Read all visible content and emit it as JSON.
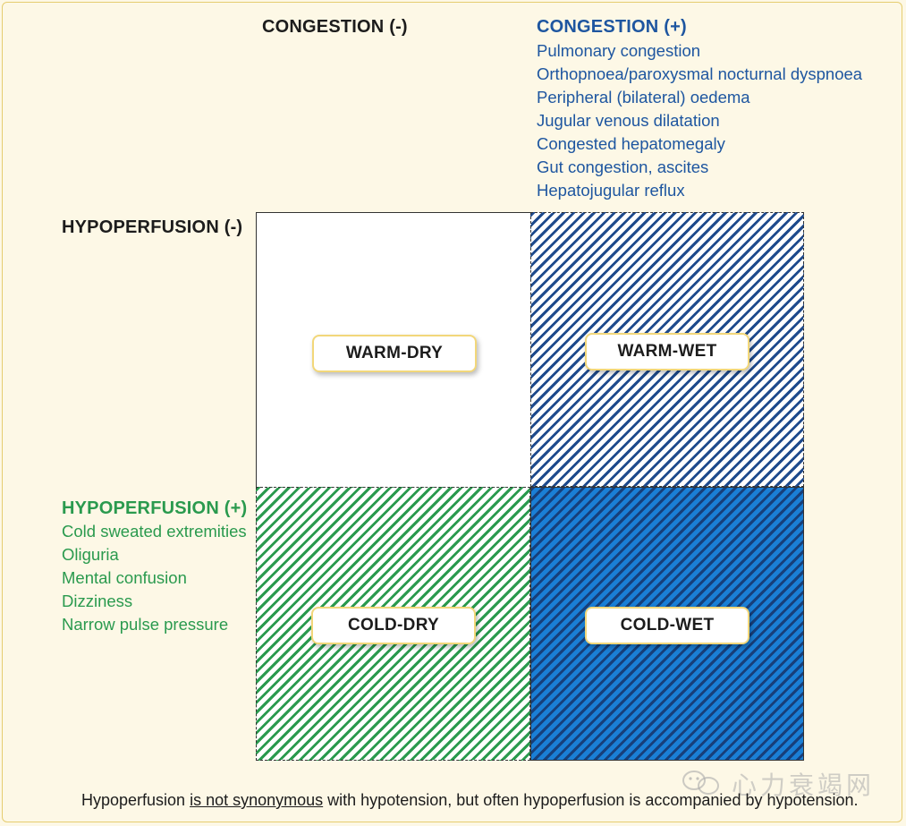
{
  "congestion_negative": "CONGESTION (-)",
  "congestion_positive": {
    "heading": "CONGESTION (+)",
    "signs": [
      "Pulmonary congestion",
      "Orthopnoea/paroxysmal nocturnal dyspnoea",
      "Peripheral (bilateral) oedema",
      "Jugular venous dilatation",
      "Congested hepatomegaly",
      "Gut congestion, ascites",
      "Hepatojugular reflux"
    ]
  },
  "hypoperfusion_negative": "HYPOPERFUSION (-)",
  "hypoperfusion_positive": {
    "heading": "HYPOPERFUSION (+)",
    "signs": [
      "Cold sweated extremities",
      "Oliguria",
      "Mental confusion",
      "Dizziness",
      "Narrow pulse pressure"
    ]
  },
  "quadrants": {
    "warm_dry": "WARM-DRY",
    "warm_wet": "WARM-WET",
    "cold_dry": "COLD-DRY",
    "cold_wet": "COLD-WET"
  },
  "footer": {
    "part1": "Hypoperfusion ",
    "underlined": "is not synonymous",
    "part2": " with hypotension, but often hypoperfusion is accompanied by hypotension."
  },
  "watermark": "心力衰竭网",
  "colors": {
    "background": "#fdf8e6",
    "congestion": "#1e56a0",
    "hypoperfusion": "#2a9a4e",
    "cold_wet_fill": "#1a7fd6",
    "pill_border": "#f2d77a"
  }
}
